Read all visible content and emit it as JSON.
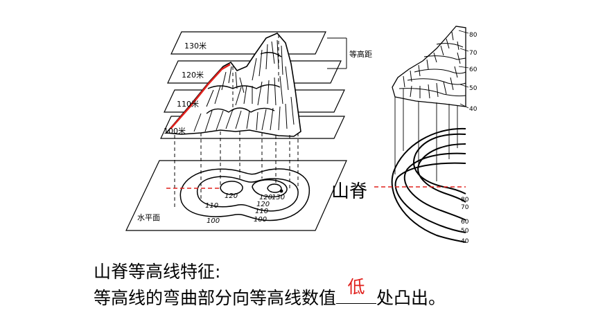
{
  "left_diagram": {
    "plane_labels": [
      "130米",
      "120米",
      "110米",
      "100米"
    ],
    "interval_label": "等高距",
    "base_plane_label": "水平面",
    "contour_labels": [
      "120",
      "130",
      "110",
      "120",
      "100",
      "110",
      "120",
      "100"
    ]
  },
  "right_diagram": {
    "side_labels": [
      "80",
      "70",
      "60",
      "50",
      "40"
    ],
    "map_labels": [
      "80",
      "70",
      "60",
      "50",
      "40"
    ]
  },
  "ridge_label": "山脊",
  "caption": {
    "line1": "山脊等高线特征:",
    "line2_prefix": "等高线的弯曲部分向等高线数值",
    "answer": "低",
    "line2_suffix": "处凸出。"
  },
  "colors": {
    "highlight": "#e0201c",
    "ink": "#000000"
  }
}
